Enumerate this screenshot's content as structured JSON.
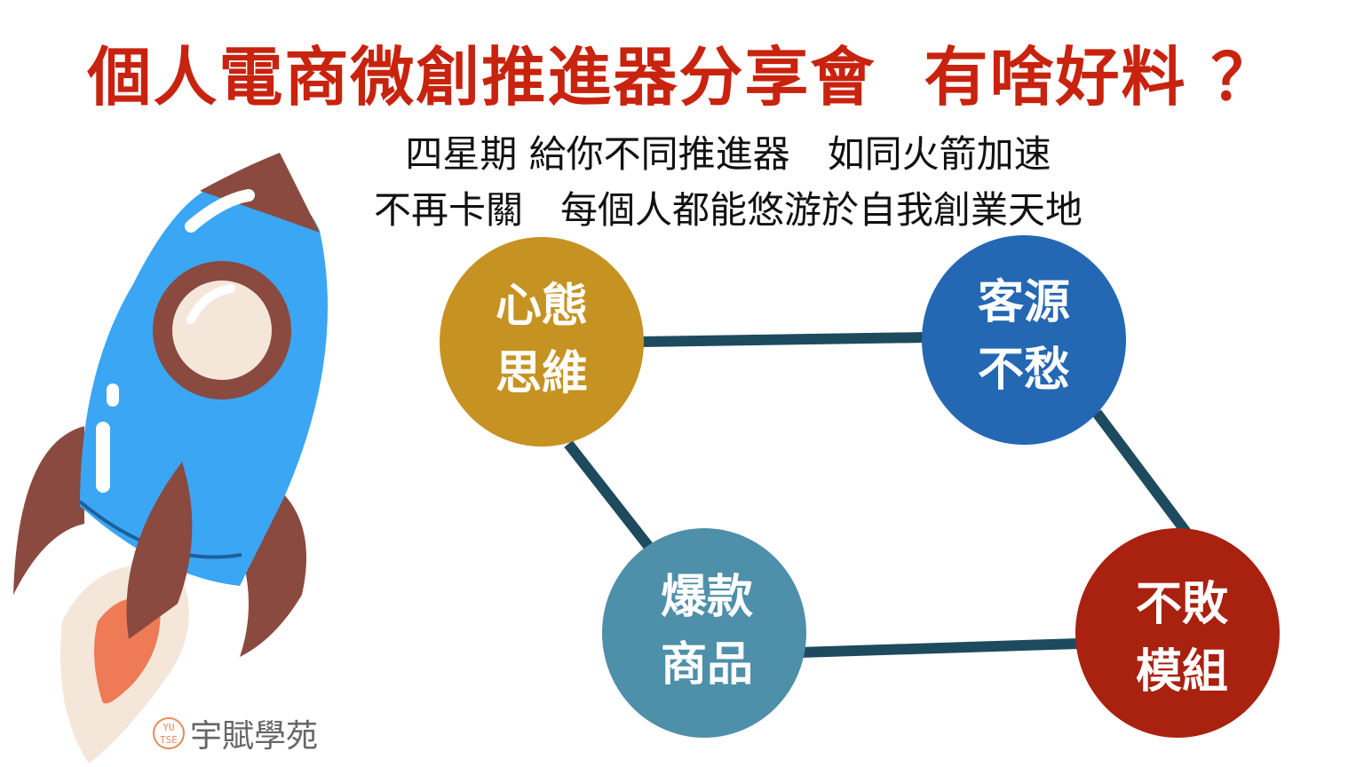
{
  "title": "個人電商微創推進器分享會  有啥好料 ？",
  "subtitle_lines": [
    "四星期 給你不同推進器　如同火箭加速",
    "不再卡關　每個人都能悠游於自我創業天地"
  ],
  "nodes": [
    {
      "line1": "心態",
      "line2": "思維",
      "color": "#C69222"
    },
    {
      "line1": "客源",
      "line2": "不愁",
      "color": "#2467B3"
    },
    {
      "line1": "爆款",
      "line2": "商品",
      "color": "#4E8FA9"
    },
    {
      "line1": "不敗",
      "line2": "模組",
      "color": "#A9210F"
    }
  ],
  "connector_color": "#1E4A5E",
  "brand": {
    "logo_top": "YU",
    "logo_bottom": "TSE",
    "name": "宇賦學苑"
  },
  "colors": {
    "title": "#C8230F",
    "rocket_body": "#3AA6F4",
    "rocket_brown": "#8A4A3F",
    "flame_outer": "#F4E7DA",
    "flame_inner": "#EE7B55"
  }
}
